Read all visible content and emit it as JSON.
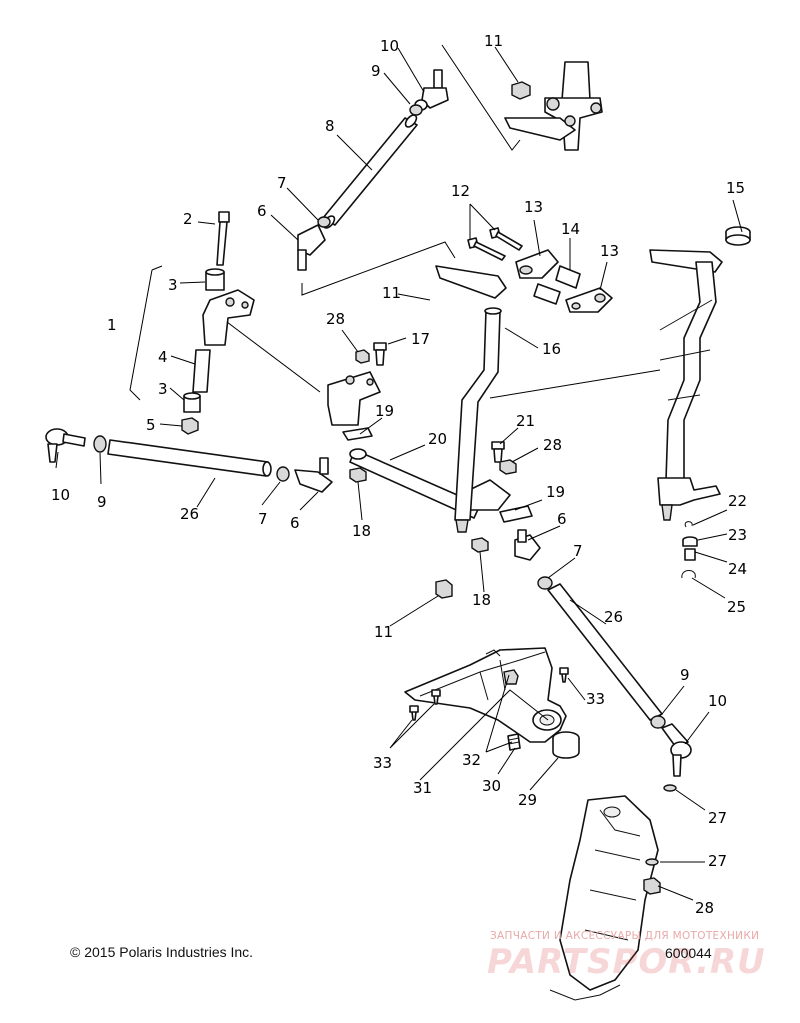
{
  "callouts": {
    "c1": "1",
    "c2": "2",
    "c3a": "3",
    "c3b": "3",
    "c4": "4",
    "c5": "5",
    "c6a": "6",
    "c6b": "6",
    "c6c": "6",
    "c7a": "7",
    "c7b": "7",
    "c7c": "7",
    "c8": "8",
    "c9a": "9",
    "c9b": "9",
    "c9c": "9",
    "c10a": "10",
    "c10b": "10",
    "c10c": "10",
    "c11a": "11",
    "c11b": "11",
    "c11c": "11",
    "c12": "12",
    "c13a": "13",
    "c13b": "13",
    "c14": "14",
    "c15": "15",
    "c16": "16",
    "c17": "17",
    "c18a": "18",
    "c18b": "18",
    "c19a": "19",
    "c19b": "19",
    "c20": "20",
    "c21": "21",
    "c22": "22",
    "c23": "23",
    "c24": "24",
    "c25": "25",
    "c26a": "26",
    "c26b": "26",
    "c27a": "27",
    "c27b": "27",
    "c28a": "28",
    "c28b": "28",
    "c28c": "28",
    "c29": "29",
    "c30": "30",
    "c31": "31",
    "c32": "32",
    "c33a": "33",
    "c33b": "33"
  },
  "footer": {
    "copyright": "© 2015 Polaris Industries Inc.",
    "doc_number": "600044"
  },
  "watermark": {
    "tagline": "ЗАПЧАСТИ И АКСЕССУАРЫ ДЛЯ МОТОТЕХНИКИ",
    "brand": "PARTSPOR.RU"
  }
}
